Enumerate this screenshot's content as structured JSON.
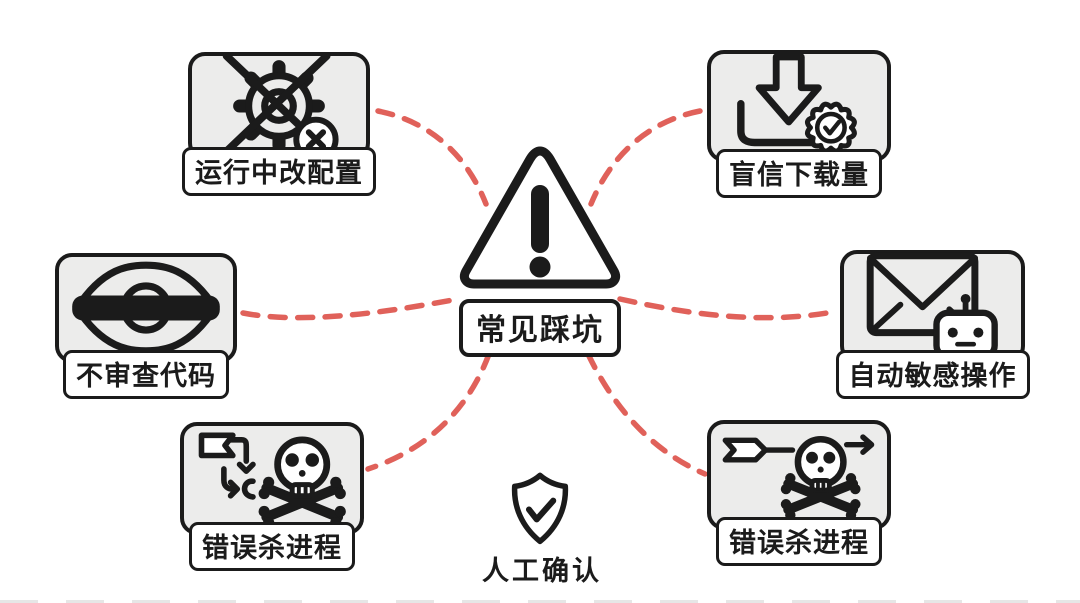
{
  "center": {
    "label": "常见踩坑",
    "icon": "warning-triangle-icon"
  },
  "nodes": [
    {
      "id": "run-config",
      "position": "top-left",
      "label": "运行中改配置",
      "icon": "gear-crossed-icon"
    },
    {
      "id": "download-count",
      "position": "top-right",
      "label": "盲信下载量",
      "icon": "download-verified-icon"
    },
    {
      "id": "code-review",
      "position": "middle-left",
      "label": "不审查代码",
      "icon": "eye-blocked-icon"
    },
    {
      "id": "auto-sensitive",
      "position": "middle-right",
      "label": "自动敏感操作",
      "icon": "mail-robot-icon"
    },
    {
      "id": "kill-process-1",
      "position": "bottom-left",
      "label": "错误杀进程",
      "icon": "flow-skull-icon"
    },
    {
      "id": "kill-process-2",
      "position": "bottom-right",
      "label": "错误杀进程",
      "icon": "arrow-skull-icon"
    }
  ],
  "footer": {
    "label": "人工确认",
    "icon": "shield-check-icon"
  },
  "colors": {
    "connector": "#e0615a",
    "card_fill": "#ececeb",
    "ink": "#1b1b1b",
    "background": "#ffffff"
  }
}
